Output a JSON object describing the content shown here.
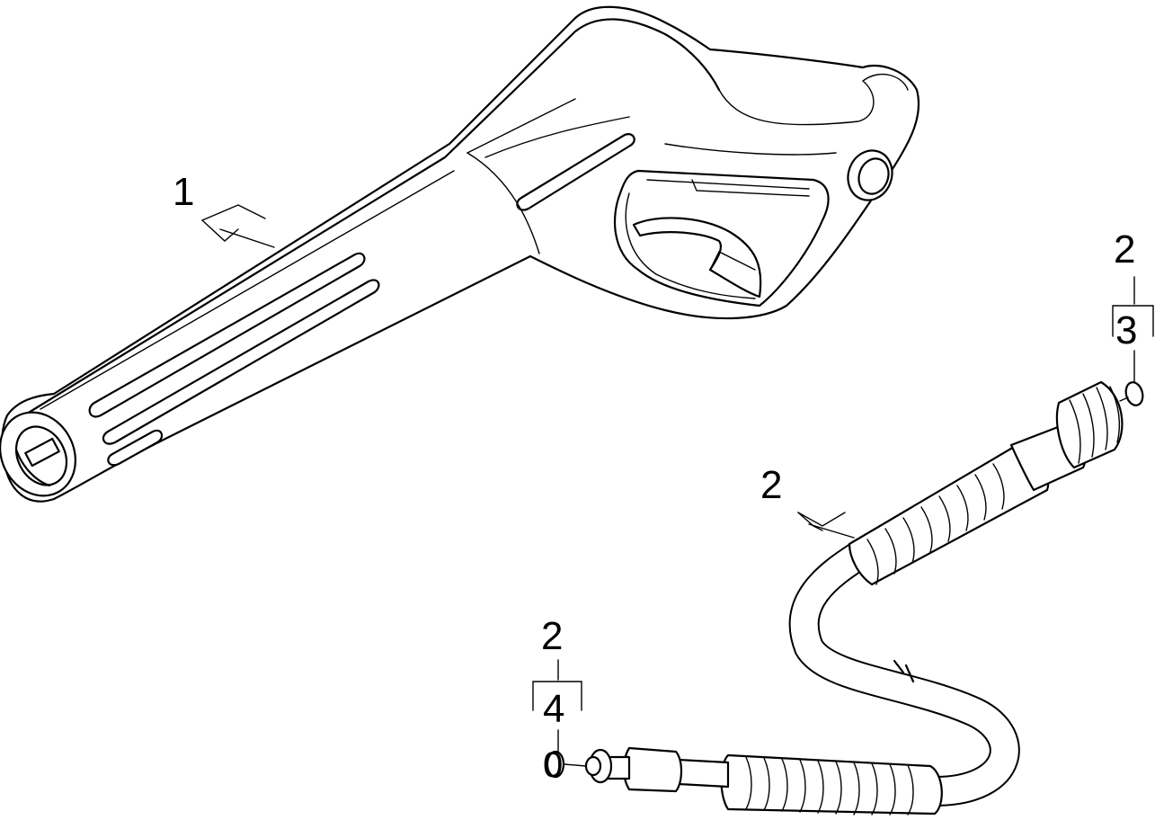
{
  "diagram": {
    "labels": {
      "item_1": "1",
      "item_2_gun": "2",
      "item_2_hose": "2",
      "item_2_bottom": "2",
      "item_3": "3",
      "item_4": "4"
    }
  }
}
